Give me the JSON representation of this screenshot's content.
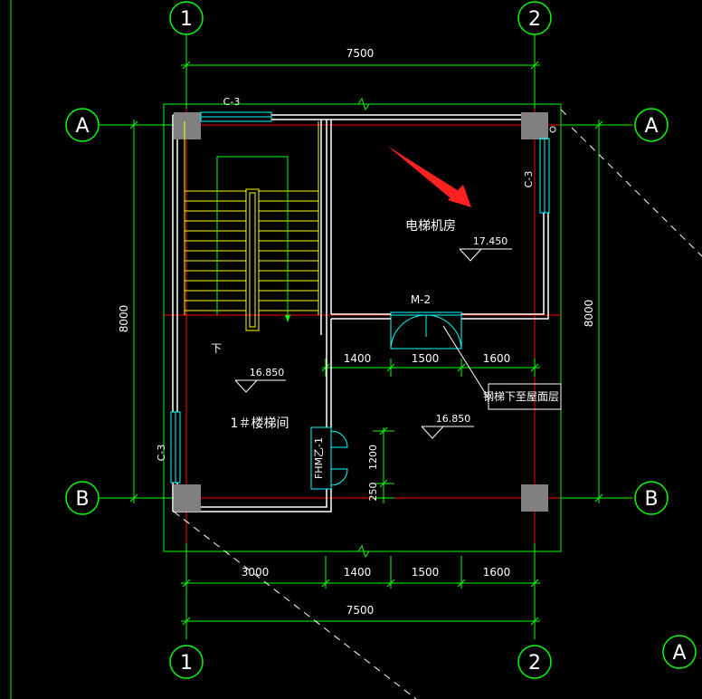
{
  "grid_labels": {
    "col_top_1": "1",
    "col_top_2": "2",
    "col_bottom_1": "1",
    "col_bottom_2": "2",
    "row_left_A": "A",
    "row_right_A": "A",
    "row_left_B": "B",
    "row_right_B": "B",
    "extra_A": "A"
  },
  "dimensions": {
    "top_total": "7500",
    "bottom_total": "7500",
    "bottom_seg_1": "3000",
    "bottom_seg_2": "1400",
    "bottom_seg_3": "1500",
    "bottom_seg_4": "1600",
    "inner_seg_1": "1400",
    "inner_seg_2": "1500",
    "inner_seg_3": "1600",
    "left_total": "8000",
    "right_total": "8000",
    "door_height": "1200",
    "door_gap": "250"
  },
  "labels": {
    "window_top": "C-3",
    "window_right": "C-3",
    "window_left": "C-3",
    "door_m2": "M-2",
    "fire_door": "FHM乙-1",
    "stair_down": "下",
    "elevator_room": "电梯机房",
    "stair_room": "1＃楼梯间",
    "ladder_note": "钢梯下至屋面层"
  },
  "elevations": {
    "elevator_room": "17.450",
    "stair_room": "16.850",
    "roof": "16.850"
  },
  "colors": {
    "grid_green": "#00ff00",
    "wall_white": "#ffffff",
    "axis_red": "#ff0000",
    "stair_yellow": "#ffff00",
    "window_cyan": "#00ffff",
    "column_gray": "#808080",
    "arrow_red": "#ff2020"
  }
}
